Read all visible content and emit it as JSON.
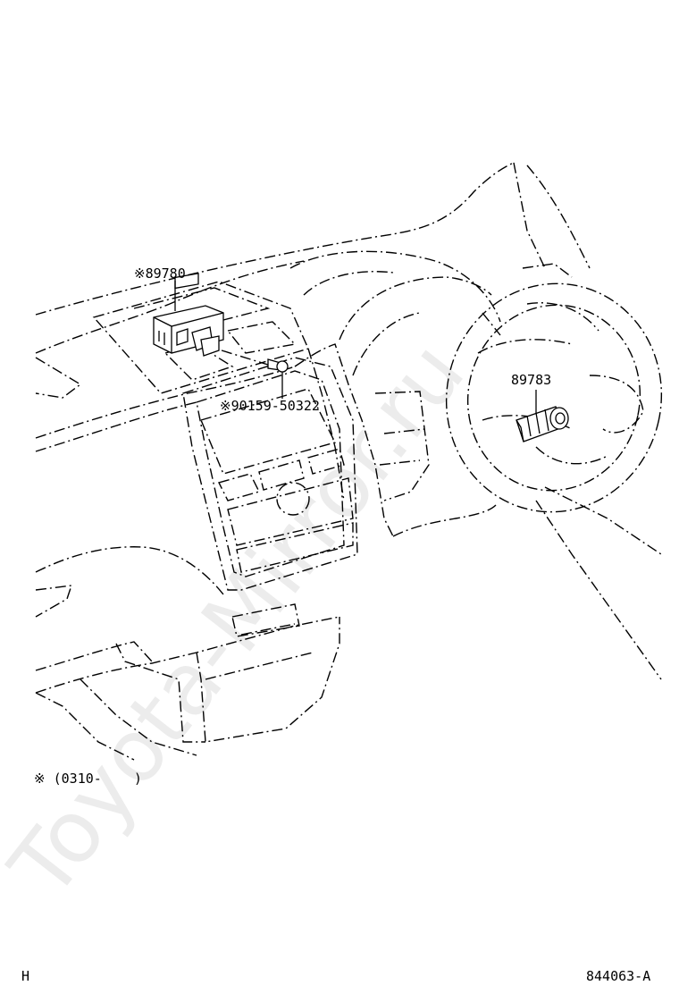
{
  "diagram": {
    "watermark": "Toyota-Mirror.ru",
    "labels": {
      "part_89780": "※89780",
      "part_90159": "※90159-50322",
      "part_89783": "89783",
      "note": "※ (0310-    )",
      "footer_left": "H",
      "footer_right": "844063-A"
    }
  }
}
